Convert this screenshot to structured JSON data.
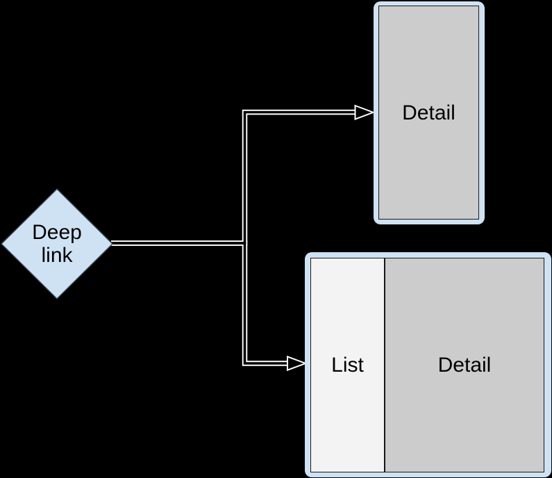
{
  "diagram": {
    "description": "Deep link navigation diagram",
    "background": "#000000",
    "colors": {
      "shape_blue": "#cfe2f3",
      "detail_pane_gray": "#cccccc",
      "list_pane_light_gray": "#f3f3f3",
      "connector_white": "#ffffff",
      "inner_border_dark": "#161616",
      "text_black": "#000000"
    },
    "nodes": {
      "deep_link": {
        "shape": "diamond",
        "label": "Deep link"
      },
      "compact_screen": {
        "shape": "phone-frame",
        "label": "Detail"
      },
      "expanded_screen": {
        "shape": "tablet-frame",
        "list_label": "List",
        "detail_label": "Detail"
      }
    },
    "connectors": [
      {
        "from": "deep_link",
        "to": "compact_screen",
        "style": "elbow-open-arrow"
      },
      {
        "from": "deep_link",
        "to": "expanded_screen",
        "style": "elbow-open-arrow"
      }
    ]
  }
}
